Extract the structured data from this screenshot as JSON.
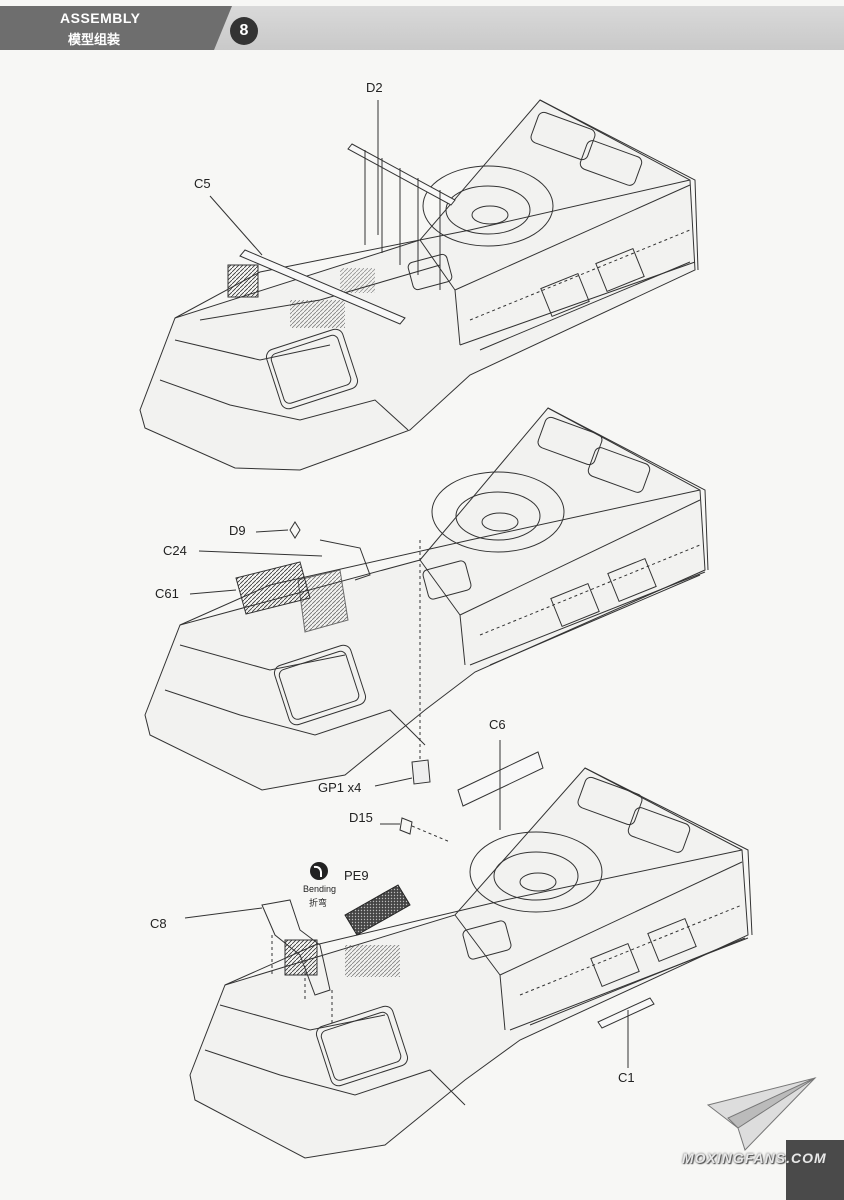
{
  "header": {
    "title_en": "ASSEMBLY",
    "title_zh": "模型组装",
    "step": "8"
  },
  "callouts": {
    "d2": "D2",
    "c5": "C5",
    "d9": "D9",
    "c24": "C24",
    "c61": "C61",
    "c6": "C6",
    "gp1": "GP1 x4",
    "d15": "D15",
    "pe9": "PE9",
    "c8": "C8",
    "c1": "C1",
    "bending_en": "Bending",
    "bending_zh": "折弯"
  },
  "icons": {
    "bending": "bending-icon",
    "logo": "paper-plane-icon"
  },
  "watermark": "MOXINGFANS.COM"
}
